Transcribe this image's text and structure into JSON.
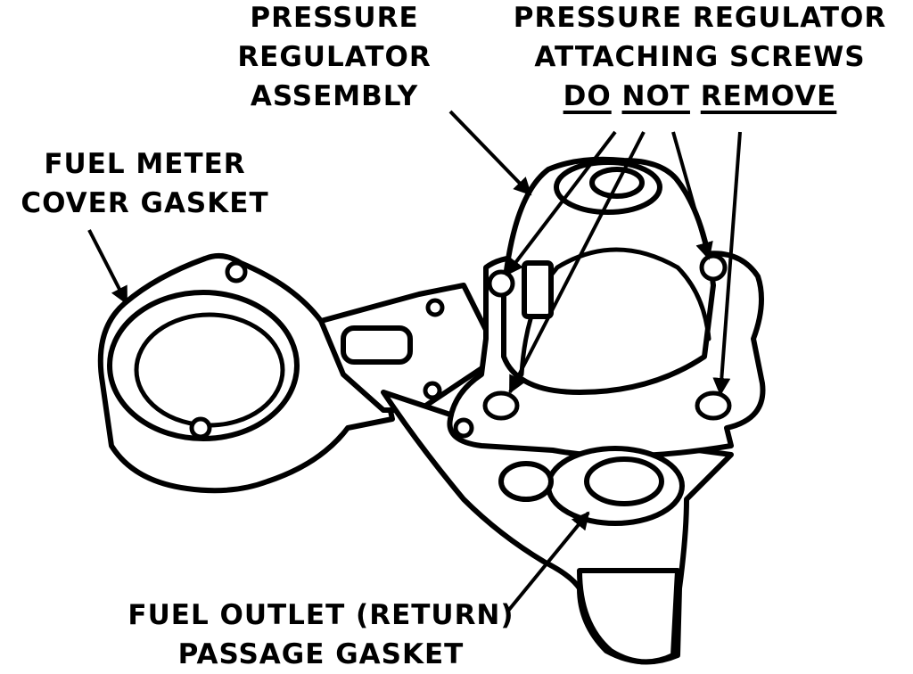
{
  "labels": {
    "pressure_regulator_assembly": [
      "PRESSURE",
      "REGULATOR",
      "ASSEMBLY"
    ],
    "attaching_screws": [
      "PRESSURE REGULATOR",
      "ATTACHING SCREWS"
    ],
    "do_not_remove": {
      "do": "DO",
      "not": "NOT",
      "remove": "REMOVE"
    },
    "fuel_meter_cover_gasket": [
      "FUEL METER",
      "COVER GASKET"
    ],
    "fuel_outlet_gasket": [
      "FUEL OUTLET (RETURN)",
      "PASSAGE GASKET"
    ]
  },
  "colors": {
    "ink": "#000000",
    "paper": "#ffffff"
  }
}
